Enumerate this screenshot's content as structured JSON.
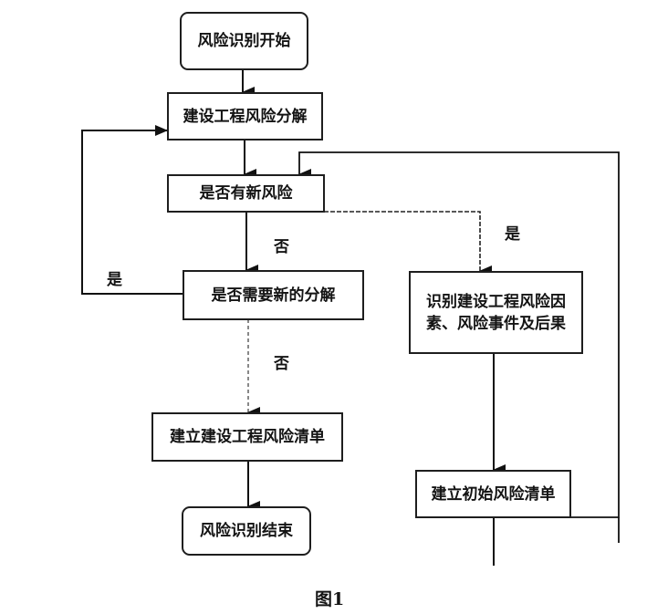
{
  "figure": {
    "caption": "图1",
    "nodes": {
      "start": "风险识别开始",
      "decompose": "建设工程风险分解",
      "new_risk_check": "是否有新风险",
      "need_decompose_check": "是否需要新的分解",
      "identify_factors_line1": "识别建设工程风险因",
      "identify_factors_line2": "素、风险事件及后果",
      "build_list": "建立建设工程风险清单",
      "end": "风险识别结束",
      "initial_list": "建立初始风险清单"
    },
    "edge_labels": {
      "new_risk_no": "否",
      "new_risk_yes": "是",
      "need_decompose_yes": "是",
      "need_decompose_no": "否"
    }
  }
}
